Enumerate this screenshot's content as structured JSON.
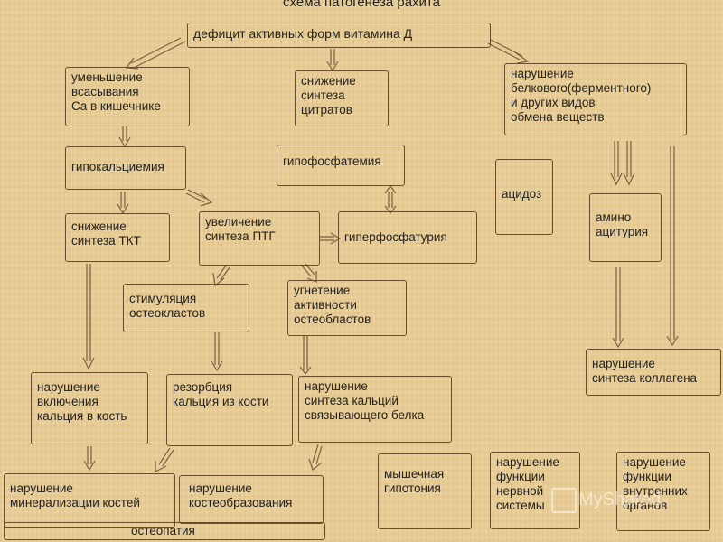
{
  "title": "схема патогенеза рахита",
  "nodes": {
    "deficit": "дефицит активных форм витамина Д",
    "calcium_absorption": "уменьшение\nвсасывания\nCa в кишечнике",
    "citrate": "снижение\nсинтеза\nцитратов",
    "protein_metabolism": "нарушение\nбелкового(ферментного)\nи других видов\nобмена веществ",
    "hypocalcemia": "гипокальциемия",
    "hypophosphatemia": "гипофосфатемия",
    "acidosis": "ацидоз",
    "tkt": "снижение\nсинтеза ТКТ",
    "ptg": "увеличение\nсинтеза ПТГ",
    "hyperphosphaturia": "гиперфосфатурия",
    "aminoaciduria": "амино\nацитурия",
    "osteoclasts": "стимуляция\nостеокластов",
    "osteoblasts": "угнетение\nактивности\nостеобластов",
    "collagen": "нарушение\nсинтеза коллагена",
    "calcium_inclusion": "нарушение\nвключения\nкальция в кость",
    "resorption": "резорбция\nкальция из кости",
    "binding_protein": "нарушение\nсинтеза кальций\nсвязывающего белка",
    "mineralization": "нарушение\nминерализации костей",
    "bone_formation": "нарушение\nкостеобразования",
    "osteopathy": "остеопатия",
    "hypotonia": "мышечная\nгипотония",
    "nervous": "нарушение\nфункции\nнервной\nсистемы",
    "internal": "нарушение\nфункции\nвнутренних\nорганов"
  },
  "watermark": "MyShared",
  "colors": {
    "background": "#e8cd96",
    "border": "#6b4c2a",
    "arrow": "#7a6040"
  },
  "icons": {
    "arrow": "hollow-arrow-icon",
    "watermark": "presentation-icon"
  }
}
